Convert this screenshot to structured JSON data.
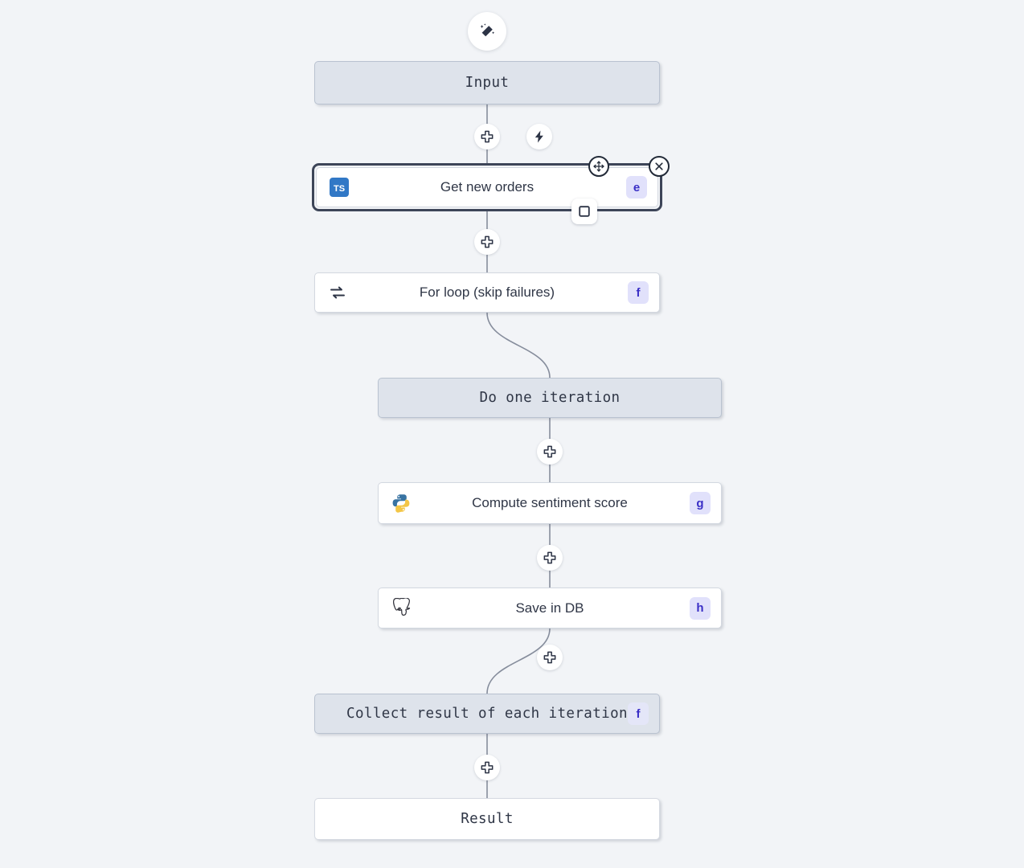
{
  "canvas": {
    "background": "#f2f4f7",
    "accent_badge_bg": "#e1e1fb",
    "accent_badge_fg": "#3a2fc6",
    "frame_node_bg": "#dee3eb",
    "selected_border": "#3d4558"
  },
  "toolbar": {
    "ai_assistant_label": "",
    "ai_assistant_icon": "magic-wand-icon"
  },
  "nodes": {
    "input": {
      "label": "Input",
      "kind": "frame"
    },
    "get_new_orders": {
      "label": "Get new orders",
      "kind": "step",
      "language_icon": "typescript-icon",
      "language_label": "TS",
      "badge": "e",
      "selected": true
    },
    "for_loop": {
      "label": "For loop (skip failures)",
      "kind": "step",
      "language_icon": "loop-repeat-icon",
      "badge": "f"
    },
    "do_one_iteration": {
      "label": "Do one iteration",
      "kind": "frame"
    },
    "compute_sentiment_score": {
      "label": "Compute sentiment score",
      "kind": "step",
      "language_icon": "python-icon",
      "badge": "g"
    },
    "save_in_db": {
      "label": "Save in DB",
      "kind": "step",
      "language_icon": "postgresql-icon",
      "badge": "h"
    },
    "collect_result": {
      "label": "Collect result of each iteration",
      "kind": "frame",
      "badge": "f"
    },
    "result": {
      "label": "Result",
      "kind": "plain"
    }
  },
  "edge_buttons": {
    "add_label": "+",
    "add_icon": "plus-icon",
    "trigger_icon": "lightning-bolt-icon"
  },
  "selection_handles": {
    "move_icon": "move-cross-arrows-icon",
    "close_icon": "close-x-icon",
    "expand_icon": "expand-square-icon"
  }
}
